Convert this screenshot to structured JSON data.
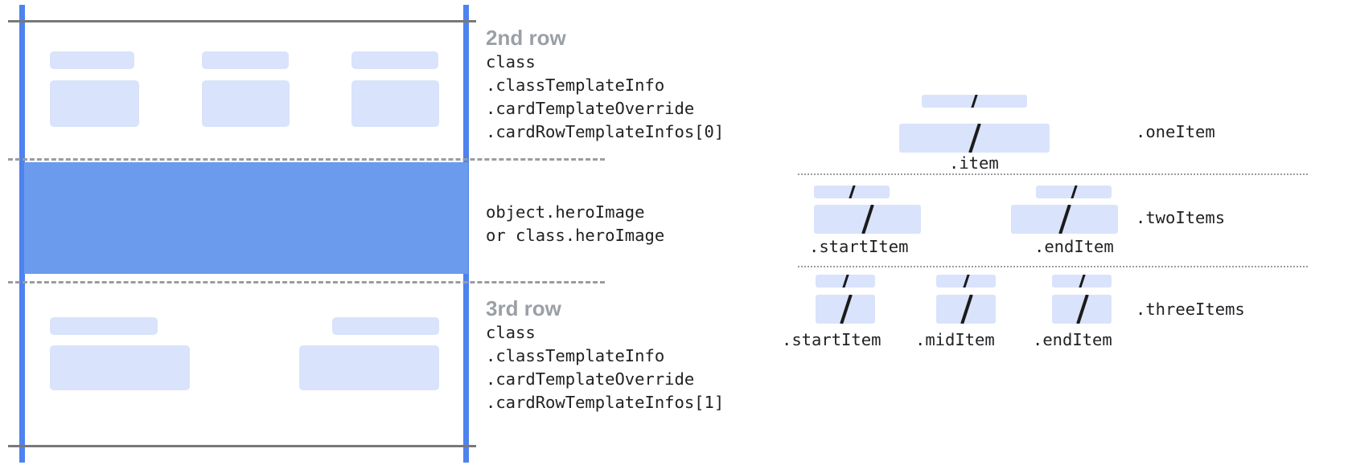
{
  "left_diagram": {
    "rows": [
      {
        "title": "2nd row",
        "code": "class\n.classTemplateInfo\n.cardTemplateOverride\n.cardRowTemplateInfos[0]",
        "placeholder_columns": 3
      },
      {
        "title": "",
        "code": "object.heroImage\nor class.heroImage",
        "placeholder_columns": 0
      },
      {
        "title": "3rd row",
        "code": "class\n.classTemplateInfo\n.cardTemplateOverride\n.cardRowTemplateInfos[1]",
        "placeholder_columns": 2
      }
    ]
  },
  "right_diagram": {
    "groups": [
      {
        "label": ".oneItem",
        "items": [
          {
            "caption": ".item"
          }
        ]
      },
      {
        "label": ".twoItems",
        "items": [
          {
            "caption": ".startItem"
          },
          {
            "caption": ".endItem"
          }
        ]
      },
      {
        "label": ".threeItems",
        "items": [
          {
            "caption": ".startItem"
          },
          {
            "caption": ".midItem"
          },
          {
            "caption": ".endItem"
          }
        ]
      }
    ]
  },
  "colors": {
    "placeholder_fill": "#d9e3fb",
    "hero_fill": "#6a9bec",
    "accent_rule": "#4d82ef",
    "solid_rule": "#77787a",
    "dashed_rule": "#9b9c9e",
    "title_text": "#9aa0a6",
    "code_text": "#202124"
  }
}
